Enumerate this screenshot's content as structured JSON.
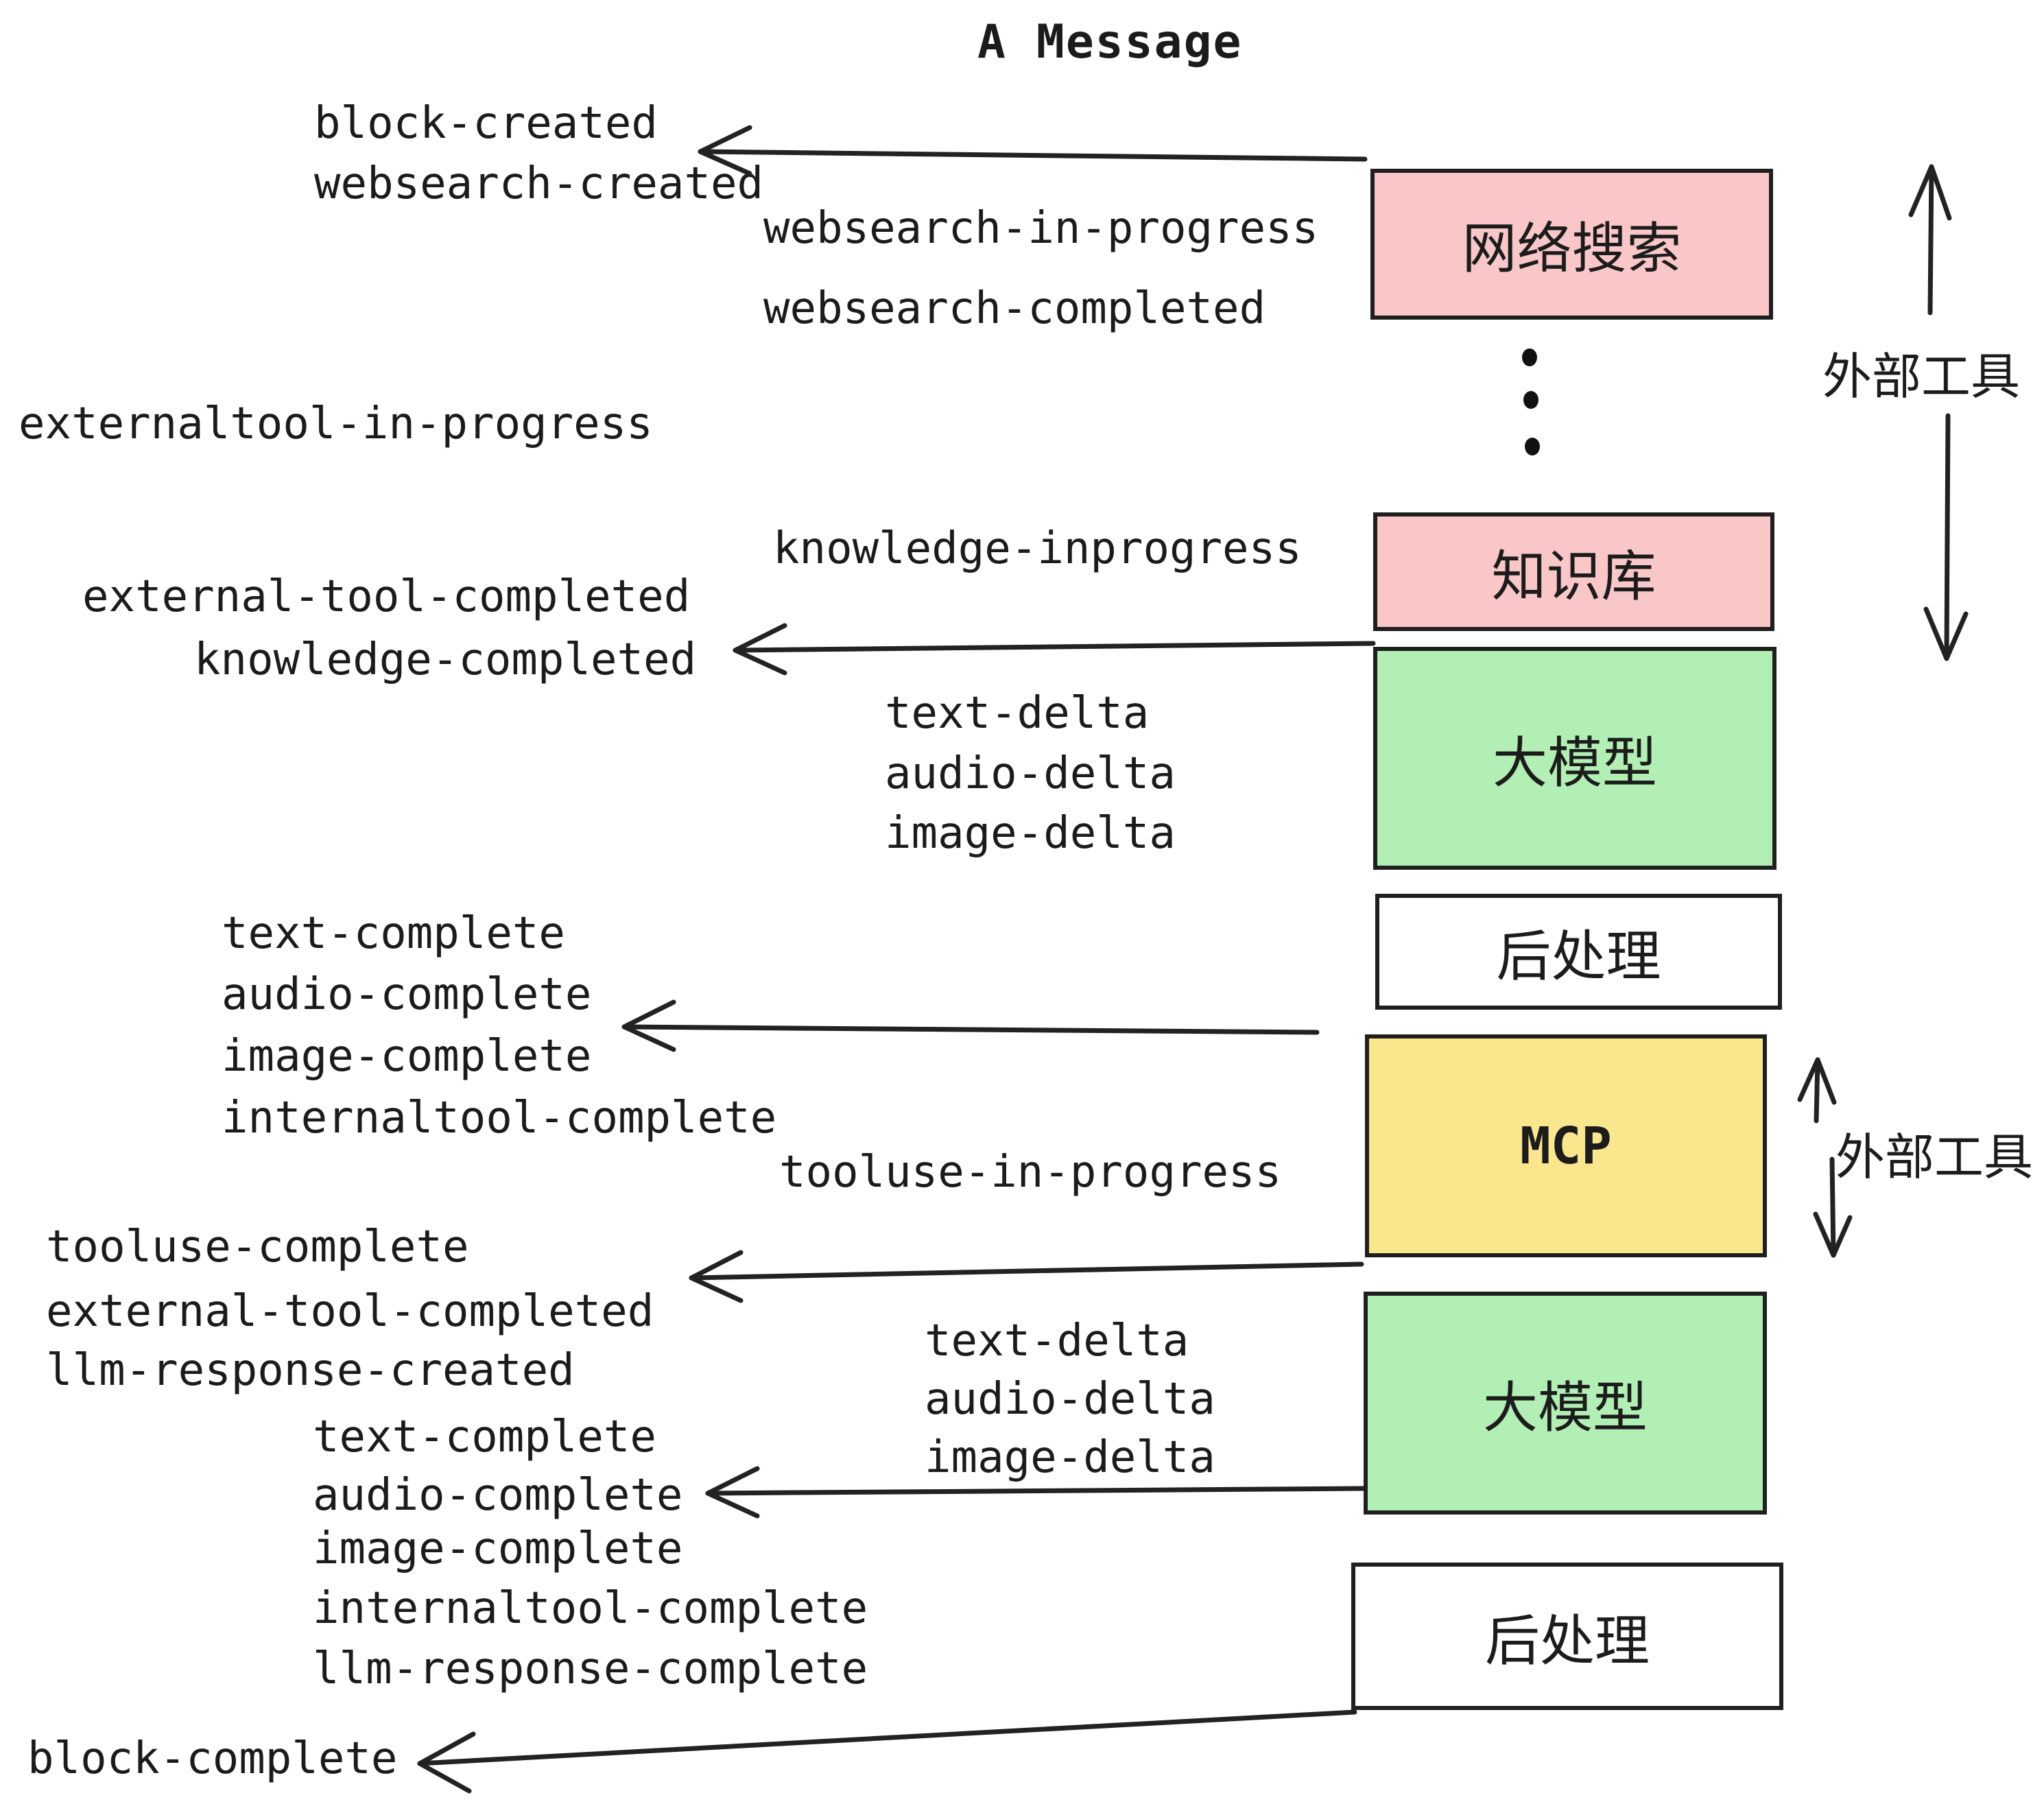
{
  "title": "A Message",
  "colors": {
    "pink": "#f9c7c7",
    "green": "#b2efb4",
    "yellow": "#fae78d",
    "white": "#ffffff",
    "border": "#1f1f1f",
    "ink": "#1b1b1b"
  },
  "boxes": [
    {
      "id": "websearch",
      "label": "网络搜索",
      "color": "#f9c7c7"
    },
    {
      "id": "knowledge",
      "label": "知识库",
      "color": "#f9c7c7"
    },
    {
      "id": "llm-1",
      "label": "大模型",
      "color": "#b2efb4"
    },
    {
      "id": "post-1",
      "label": "后处理",
      "color": "#ffffff"
    },
    {
      "id": "mcp",
      "label": "MCP",
      "color": "#fae78d"
    },
    {
      "id": "llm-2",
      "label": "大模型",
      "color": "#b2efb4"
    },
    {
      "id": "post-2",
      "label": "后处理",
      "color": "#ffffff"
    }
  ],
  "annotations": [
    {
      "id": "external-tools-top",
      "label": "外部工具"
    },
    {
      "id": "external-tools-bottom",
      "label": "外部工具"
    }
  ],
  "events": [
    {
      "label": "block-created"
    },
    {
      "label": "websearch-created"
    },
    {
      "label": "websearch-in-progress"
    },
    {
      "label": "websearch-completed"
    },
    {
      "label": "externaltool-in-progress"
    },
    {
      "label": "knowledge-inprogress"
    },
    {
      "label": "external-tool-completed"
    },
    {
      "label": "knowledge-completed"
    },
    {
      "label": "text-delta"
    },
    {
      "label": "audio-delta"
    },
    {
      "label": "image-delta"
    },
    {
      "label": "text-complete"
    },
    {
      "label": "audio-complete"
    },
    {
      "label": "image-complete"
    },
    {
      "label": "internaltool-complete"
    },
    {
      "label": "tooluse-in-progress"
    },
    {
      "label": "tooluse-complete"
    },
    {
      "label": "external-tool-completed"
    },
    {
      "label": "llm-response-created"
    },
    {
      "label": "text-delta"
    },
    {
      "label": "audio-delta"
    },
    {
      "label": "image-delta"
    },
    {
      "label": "text-complete"
    },
    {
      "label": "audio-complete"
    },
    {
      "label": "image-complete"
    },
    {
      "label": "internaltool-complete"
    },
    {
      "label": "llm-response-complete"
    },
    {
      "label": "block-complete"
    }
  ]
}
